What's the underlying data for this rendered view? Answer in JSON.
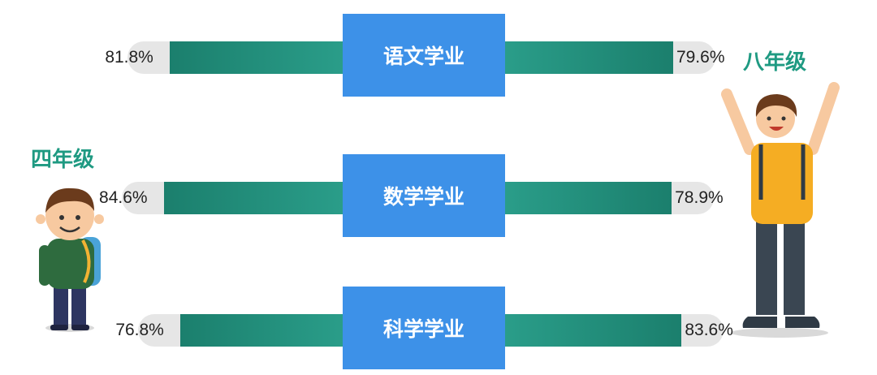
{
  "chart_data": {
    "type": "bar",
    "categories": [
      "语文学业",
      "数学学业",
      "科学学业"
    ],
    "series": [
      {
        "name": "四年级",
        "values": [
          81.8,
          84.6,
          76.8
        ]
      },
      {
        "name": "八年级",
        "values": [
          79.6,
          78.9,
          83.6
        ]
      }
    ],
    "unit": "%",
    "xlim": [
      0,
      100
    ]
  },
  "illustrations": {
    "left_figure": "child-student-icon",
    "right_figure": "teen-student-icon"
  },
  "colors": {
    "bar": "#2a9d89",
    "track": "#e6e6e6",
    "subject_box": "#3d91e8",
    "grade_text": "#1f9a82"
  }
}
